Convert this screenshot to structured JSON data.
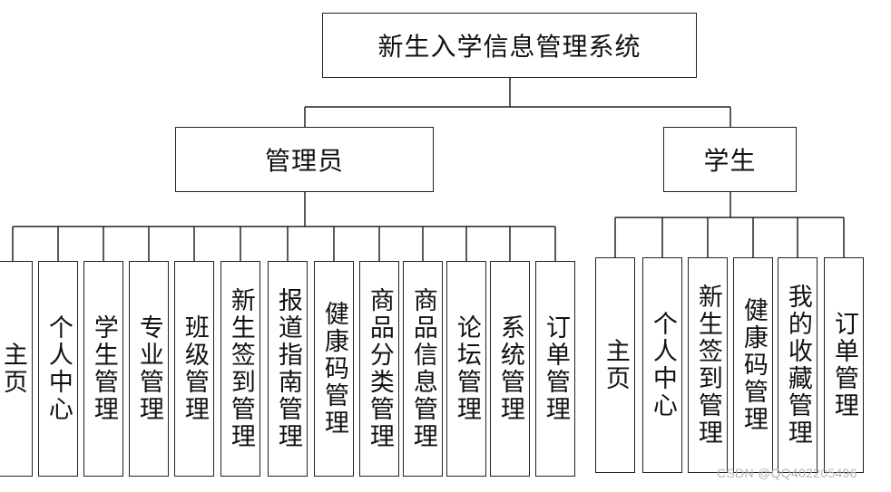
{
  "root": {
    "label": "新生入学信息管理系统"
  },
  "groups": [
    {
      "label": "管理员",
      "items": [
        "主页",
        "个人中心",
        "学生管理",
        "专业管理",
        "班级管理",
        "新生签到管理",
        "报道指南管理",
        "健康码管理",
        "商品分类管理",
        "商品信息管理",
        "论坛管理",
        "系统管理",
        "订单管理"
      ]
    },
    {
      "label": "学生",
      "items": [
        "主页",
        "个人中心",
        "新生签到管理",
        "健康码管理",
        "我的收藏管理",
        "订单管理"
      ]
    }
  ],
  "watermark": "CSDN @QQ402205496",
  "colors": {
    "line": "#222222",
    "box_border": "#222222",
    "watermark": "#b5b5b5"
  }
}
